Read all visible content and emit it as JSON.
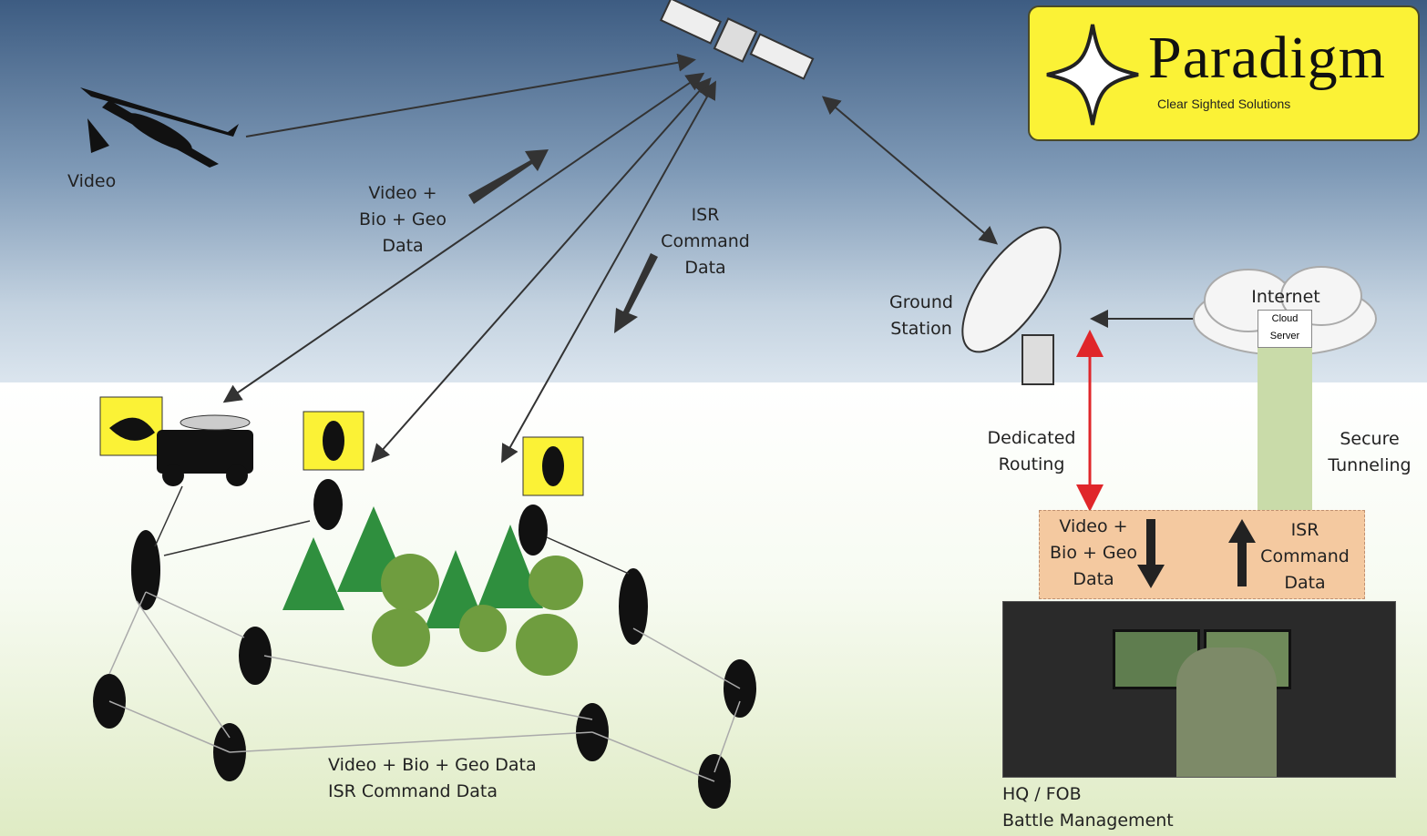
{
  "logo": {
    "name": "Paradigm",
    "tagline": "Clear Sighted Solutions"
  },
  "labels": {
    "video": "Video",
    "uplink": [
      "Video +",
      "Bio + Geo",
      "Data"
    ],
    "downlink": [
      "ISR",
      "Command",
      "Data"
    ],
    "ground_station": [
      "Ground",
      "Station"
    ],
    "internet": "Internet",
    "cloud_server": [
      "Cloud",
      "Server"
    ],
    "dedicated_routing": [
      "Dedicated",
      "Routing"
    ],
    "secure_tunneling": [
      "Secure",
      "Tunneling"
    ],
    "hq_up": [
      "Video +",
      "Bio + Geo",
      "Data"
    ],
    "hq_down": [
      "ISR",
      "Command",
      "Data"
    ],
    "mesh": [
      "Video + Bio + Geo Data",
      "ISR Command Data"
    ],
    "hq": [
      "HQ / FOB",
      "Battle Management"
    ]
  },
  "colors": {
    "logo_bg": "#fbf236",
    "red_link": "#e0262a",
    "hq_band": "#f4c9a0",
    "tunnel": "#c9dba9"
  }
}
